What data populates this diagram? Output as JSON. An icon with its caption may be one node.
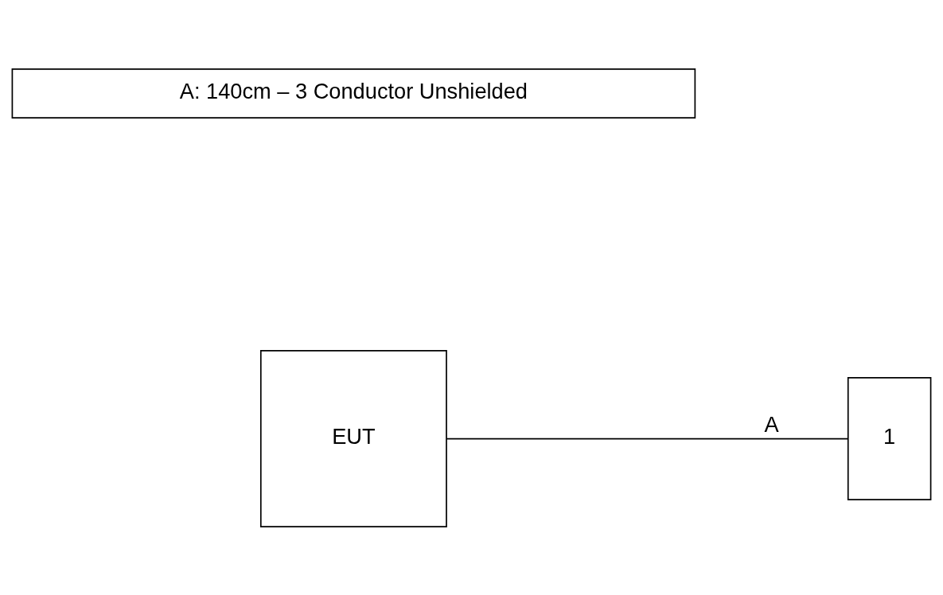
{
  "diagram": {
    "nodes": [
      {
        "text": [
          "EUT"
        ]
      },
      {
        "text": [
          "1"
        ]
      },
      {
        "text": [
          "A: 140cm – 3 Conductor Unshielded"
        ]
      }
    ],
    "edges": [
      {
        "from": 0,
        "to": 1,
        "arrow": "none",
        "label": "A"
      }
    ]
  }
}
